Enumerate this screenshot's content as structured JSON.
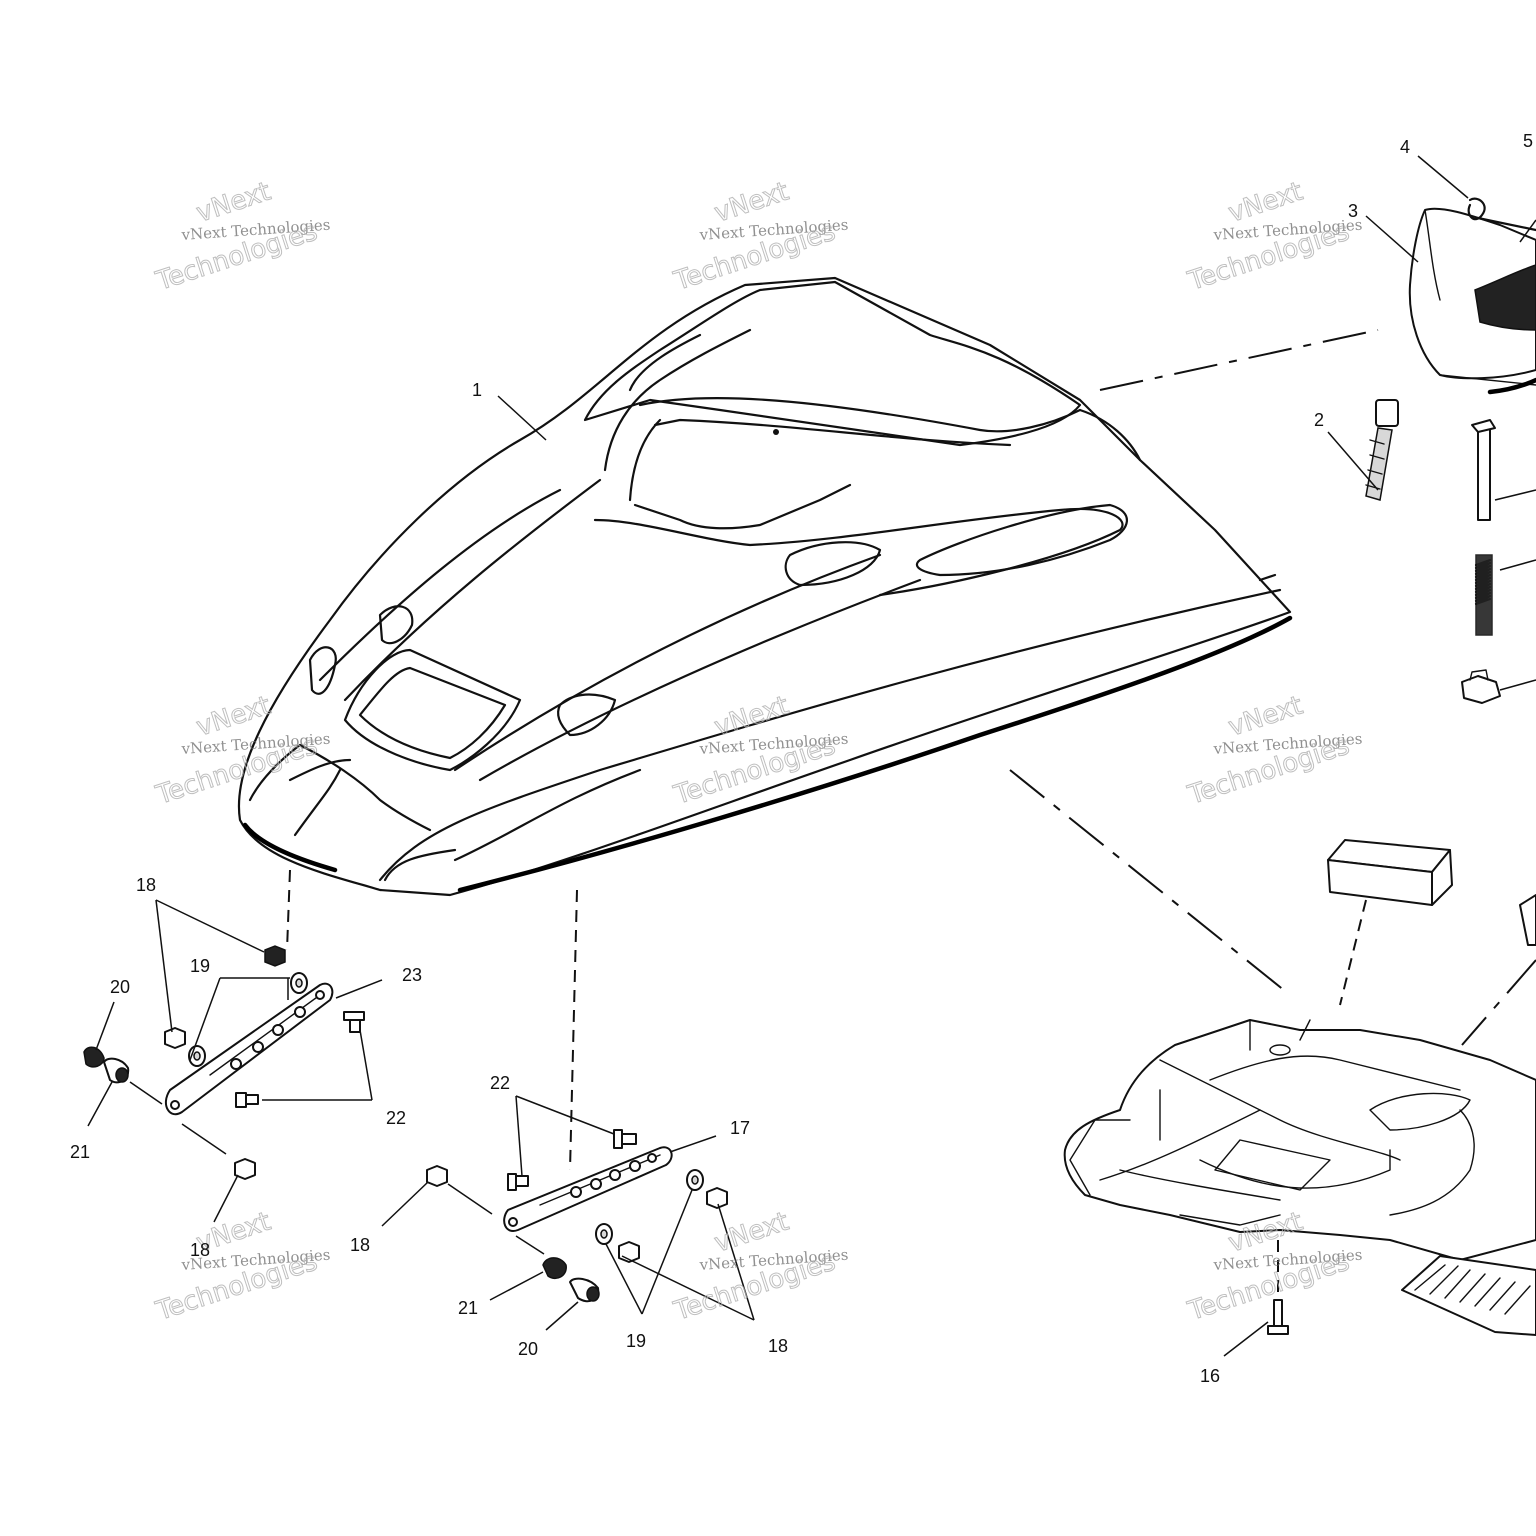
{
  "callouts": [
    {
      "text": "1"
    },
    {
      "text": "2"
    },
    {
      "text": "3"
    },
    {
      "text": "4"
    },
    {
      "text": "5"
    },
    {
      "text": "18"
    },
    {
      "text": "19"
    },
    {
      "text": "20"
    },
    {
      "text": "23"
    },
    {
      "text": "21"
    },
    {
      "text": "22"
    },
    {
      "text": "18"
    },
    {
      "text": "22"
    },
    {
      "text": "17"
    },
    {
      "text": "18"
    },
    {
      "text": "21"
    },
    {
      "text": "20"
    },
    {
      "text": "19"
    },
    {
      "text": "18"
    },
    {
      "text": "16"
    }
  ],
  "watermark": {
    "line1": "vNext Technologies",
    "line2": "vNext",
    "line3": "Technologies"
  },
  "icons": {
    "hood": "engine-hood-icon",
    "fastener": "hex-nut-icon"
  }
}
